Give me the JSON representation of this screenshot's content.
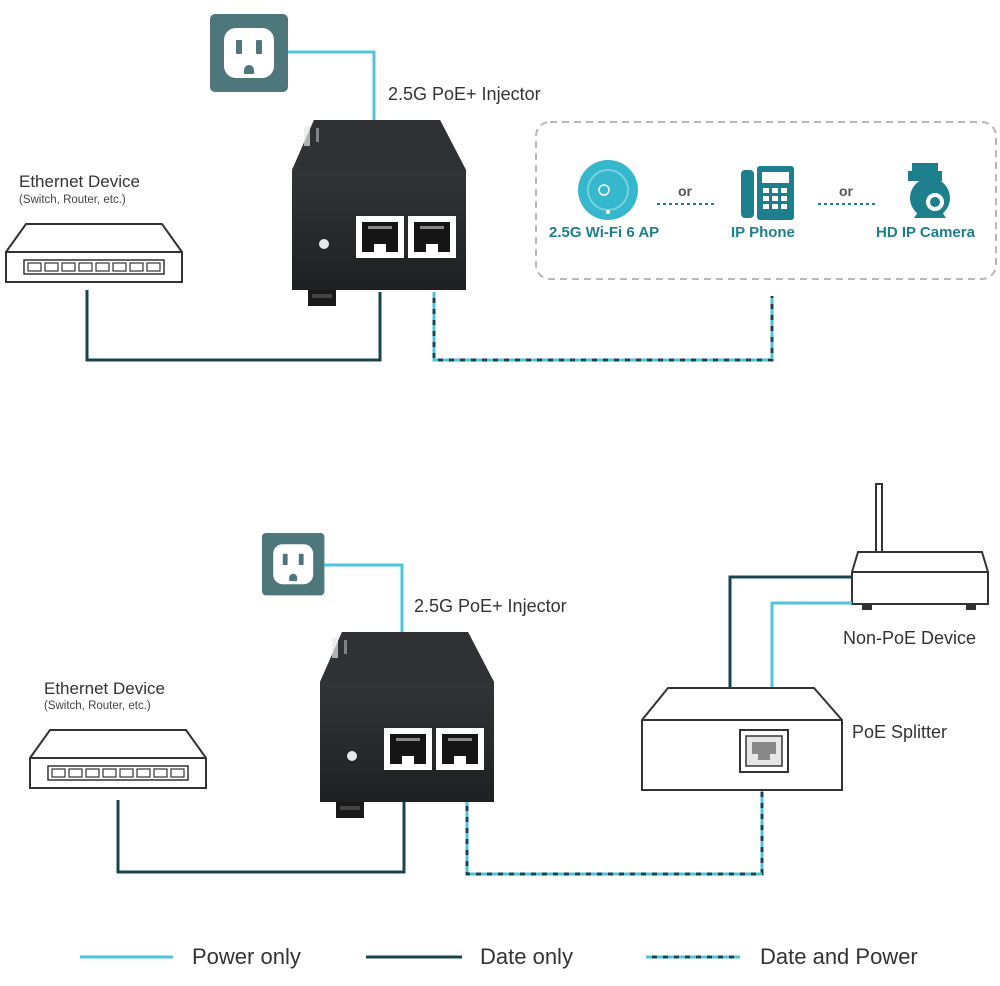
{
  "colors": {
    "power_line": "#4fc3d9",
    "data_line": "#18454c",
    "icon_teal": "#1d7f8c",
    "device_dark": "#2a2c2e"
  },
  "top_scenario": {
    "injector_label": "2.5G PoE+ Injector",
    "ethernet_device": {
      "title": "Ethernet Device",
      "subtitle": "(Switch, Router, etc.)"
    },
    "endpoints": [
      {
        "label": "2.5G Wi-Fi 6 AP",
        "icon": "access-point-icon"
      },
      {
        "label": "IP Phone",
        "icon": "ip-phone-icon"
      },
      {
        "label": "HD IP Camera",
        "icon": "ip-camera-icon"
      }
    ],
    "separator": "or"
  },
  "bottom_scenario": {
    "injector_label": "2.5G PoE+ Injector",
    "ethernet_device": {
      "title": "Ethernet Device",
      "subtitle": "(Switch, Router, etc.)"
    },
    "splitter_label": "PoE Splitter",
    "non_poe_label": "Non-PoE Device"
  },
  "legend": [
    {
      "style": "power",
      "label": "Power only"
    },
    {
      "style": "data",
      "label": "Date only"
    },
    {
      "style": "data-power",
      "label": "Date and Power"
    }
  ]
}
